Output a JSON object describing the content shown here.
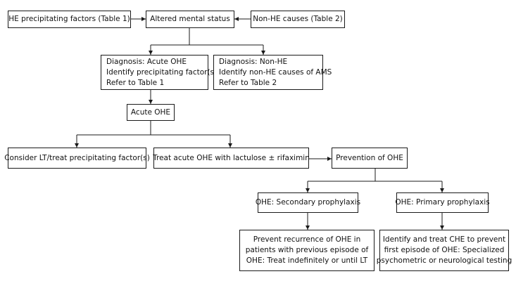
{
  "nodes": {
    "he_factors": [
      "HE precipitating factors (Table 1)"
    ],
    "altered_status": [
      "Altered mental status"
    ],
    "non_he_causes": [
      "Non-HE causes (Table 2)"
    ],
    "diag_acute": [
      "Diagnosis: Acute OHE",
      "Identify precipitating factor(s)",
      "Refer to Table 1"
    ],
    "diag_nonhe": [
      "Diagnosis: Non-HE",
      "Identify non-HE causes of AMS",
      "Refer to Table 2"
    ],
    "acute_ohe": [
      "Acute OHE"
    ],
    "consider_lt": [
      "Consider LT/treat precipitating factor(s)"
    ],
    "treat_acute": [
      "Treat acute OHE with lactulose ± rifaximin"
    ],
    "prevention": [
      "Prevention of OHE"
    ],
    "secondary": [
      "OHE: Secondary prophylaxis"
    ],
    "primary": [
      "OHE: Primary prophylaxis"
    ],
    "prevent_recurrence": [
      "Prevent recurrence of OHE in",
      "patients with previous episode of",
      "OHE: Treat indefinitely or until LT"
    ],
    "identify_che": [
      "Identify and treat CHE to prevent",
      "first episode of OHE: Specialized",
      "psychometric or neurological testing"
    ]
  }
}
